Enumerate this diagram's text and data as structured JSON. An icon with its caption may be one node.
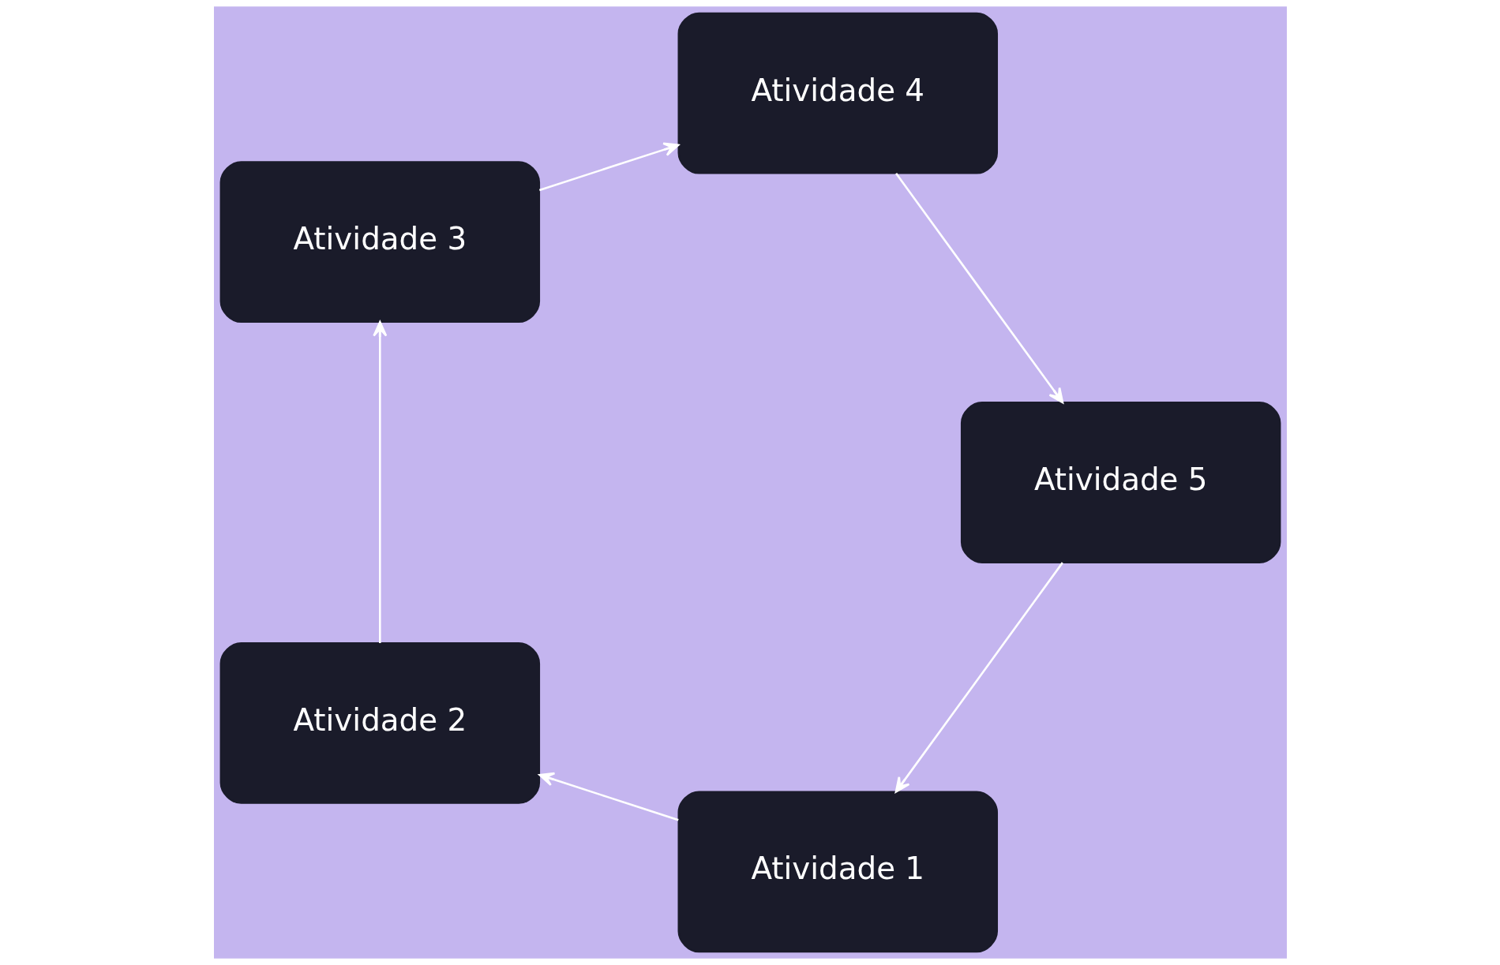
{
  "diagram": {
    "nodes": [
      {
        "text": [
          "Atividade 1"
        ]
      },
      {
        "text": [
          "Atividade 2"
        ]
      },
      {
        "text": [
          "Atividade 3"
        ]
      },
      {
        "text": [
          "Atividade 4"
        ]
      },
      {
        "text": [
          "Atividade 5"
        ]
      }
    ],
    "edges": [
      {
        "from": 0,
        "to": 1,
        "arrow": "to"
      },
      {
        "from": 1,
        "to": 2,
        "arrow": "to"
      },
      {
        "from": 2,
        "to": 3,
        "arrow": "to"
      },
      {
        "from": 3,
        "to": 4,
        "arrow": "to"
      },
      {
        "from": 4,
        "to": 0,
        "arrow": "to"
      }
    ]
  }
}
